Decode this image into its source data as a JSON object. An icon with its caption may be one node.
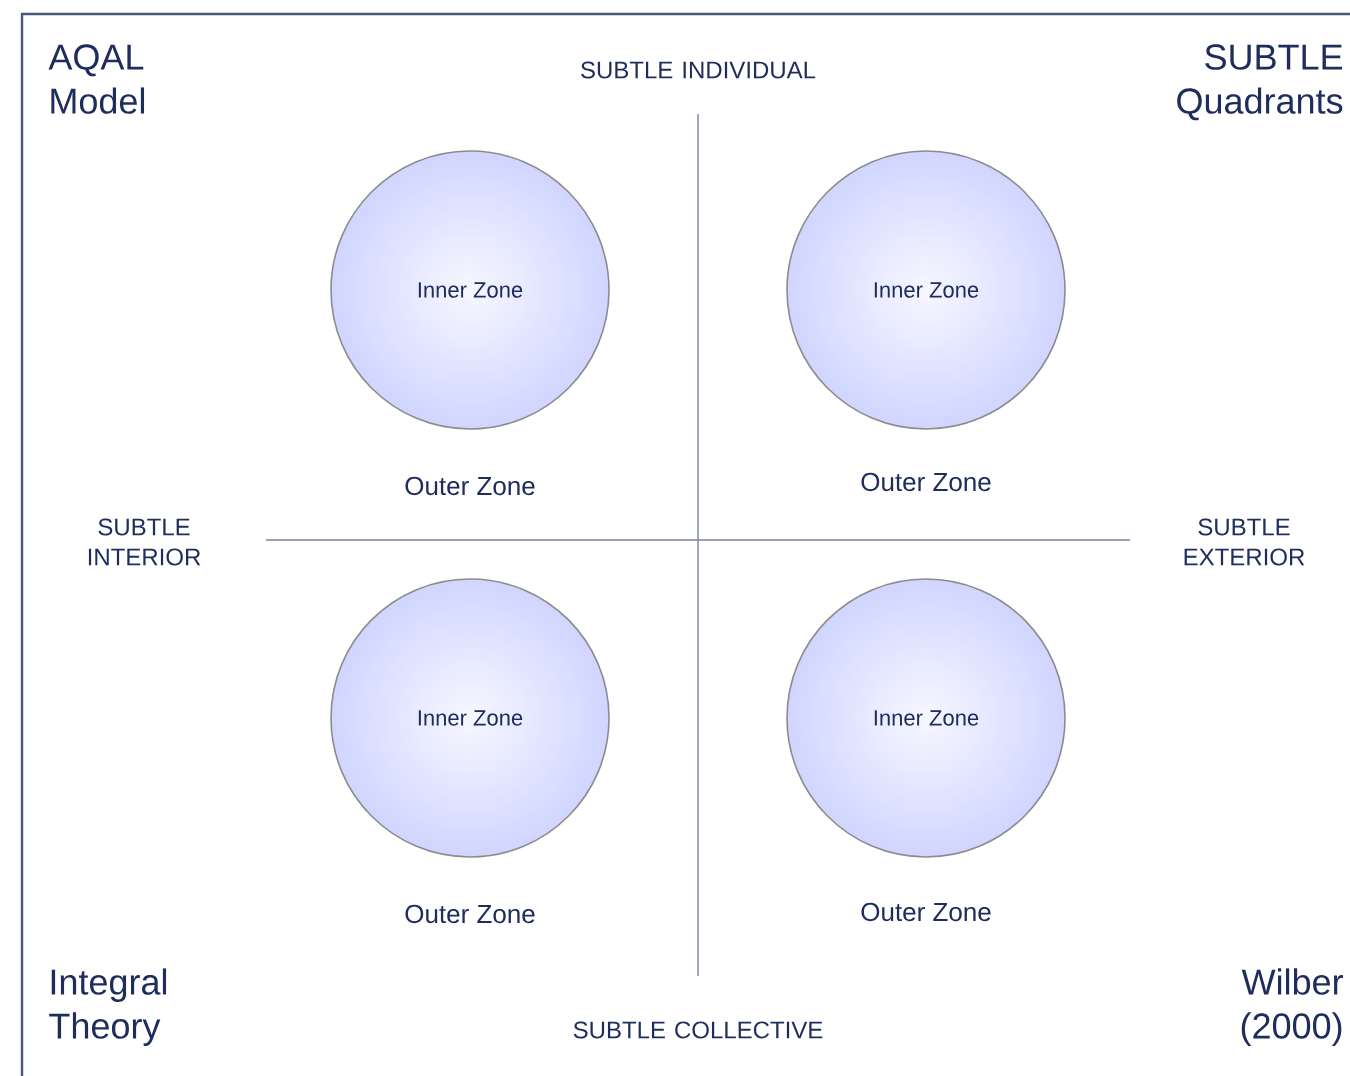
{
  "diagram": {
    "nodes": [
      {
        "text": [
          "Inner Zone"
        ],
        "beside": [
          "Outer Zone"
        ]
      },
      {
        "text": [
          "Inner Zone"
        ],
        "beside": [
          "Outer Zone"
        ]
      },
      {
        "text": [
          "Inner Zone"
        ],
        "beside": [
          "Outer Zone"
        ]
      },
      {
        "text": [
          "Inner Zone"
        ],
        "beside": [
          "Outer Zone"
        ]
      }
    ],
    "labels": [
      "AQAL Model",
      "SUBTLE INDIVIDUAL",
      "SUBTLE Quadrants",
      "SUBTLE INTERIOR",
      "SUBTLE EXTERIOR",
      "Integral Theory",
      "SUBTLE COLLECTIVE",
      "Wilber (2000)"
    ]
  }
}
